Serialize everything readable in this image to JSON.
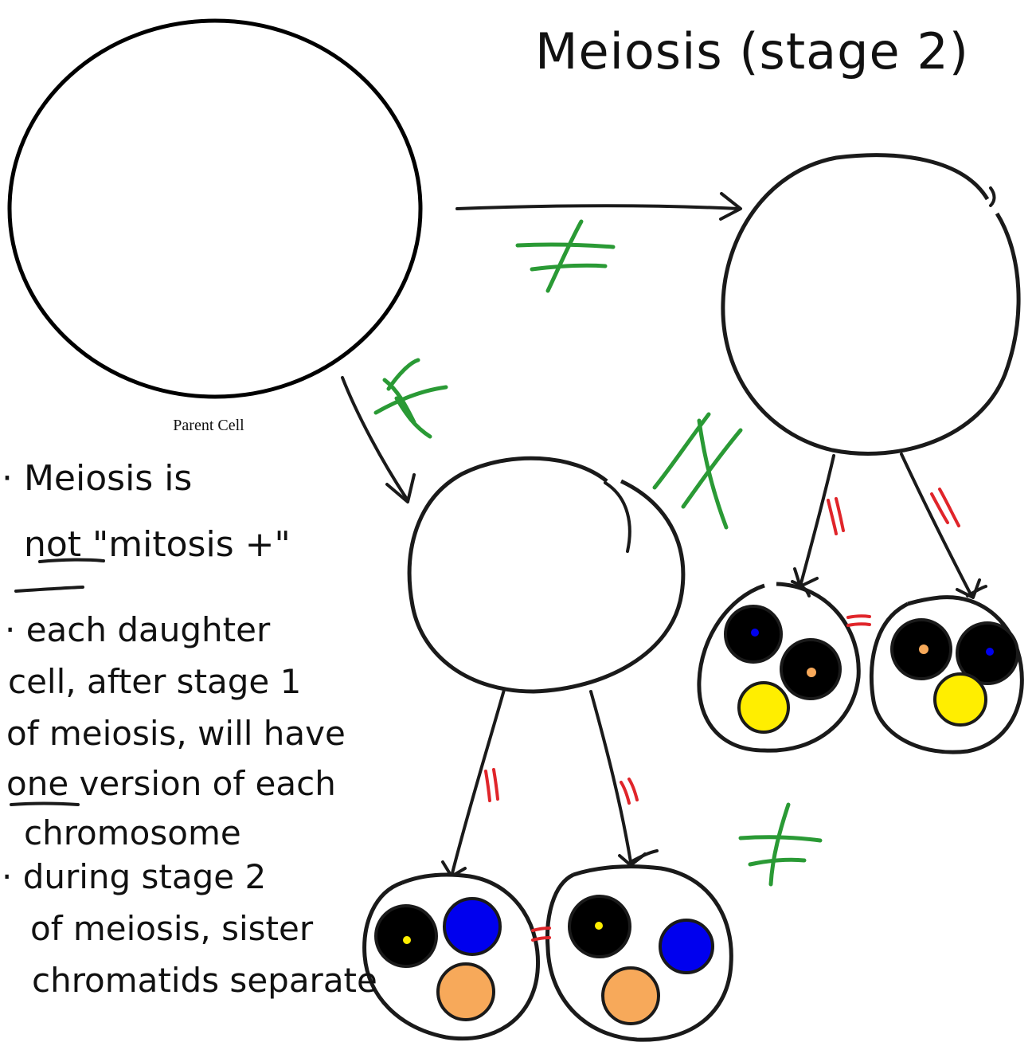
{
  "title": "Meiosis (stage 2)",
  "parent_label": "Parent Cell",
  "notes": [
    "· Meiosis is",
    "not \"mitosis +\"",
    "· each daughter",
    "cell, after stage 1",
    "of meiosis, will have",
    "one version of each",
    "chromosome",
    "· during stage 2",
    "of meiosis, sister",
    "chromatids separate"
  ],
  "colors": {
    "ink": "#1a1a1a",
    "not_equal_mark": "#2a9a35",
    "equal_mark": "#e0252a",
    "chromosome_black": "#000000",
    "chromosome_blue": "#0000ee",
    "chromosome_orange": "#f7a95a",
    "chromosome_yellow": "#ffee00"
  }
}
